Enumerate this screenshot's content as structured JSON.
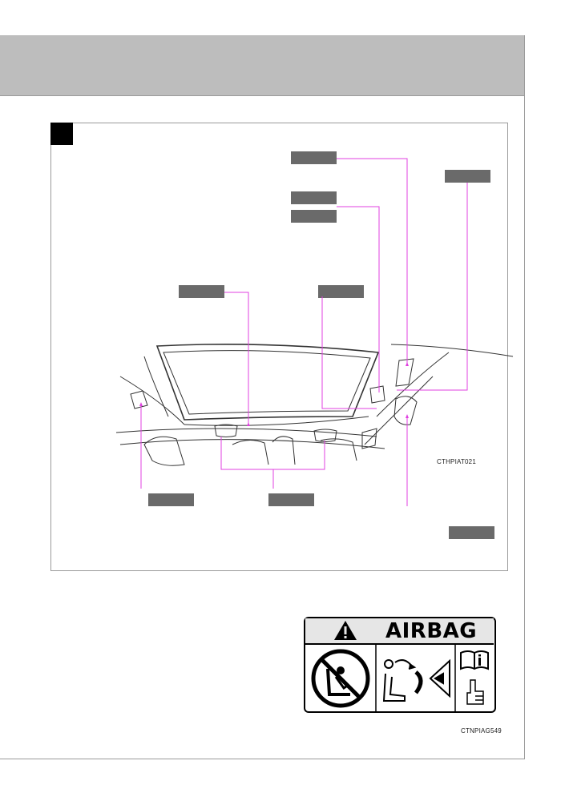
{
  "figure": {
    "caption": "CTHPIAT021",
    "callouts": [
      "",
      "",
      "",
      "",
      "",
      "",
      "",
      "",
      ""
    ]
  },
  "warning_label": {
    "title": "AIRBAG",
    "icons": [
      "warning-triangle-icon",
      "no-child-seat-icon",
      "airbag-deploy-icon",
      "manual-book-icon",
      "pointing-hand-icon"
    ],
    "caption": "CTNPIAG549"
  },
  "colors": {
    "header_band": "#bdbdbd",
    "leader_line": "#e040e0",
    "callout_box": "#6a6a6a"
  }
}
